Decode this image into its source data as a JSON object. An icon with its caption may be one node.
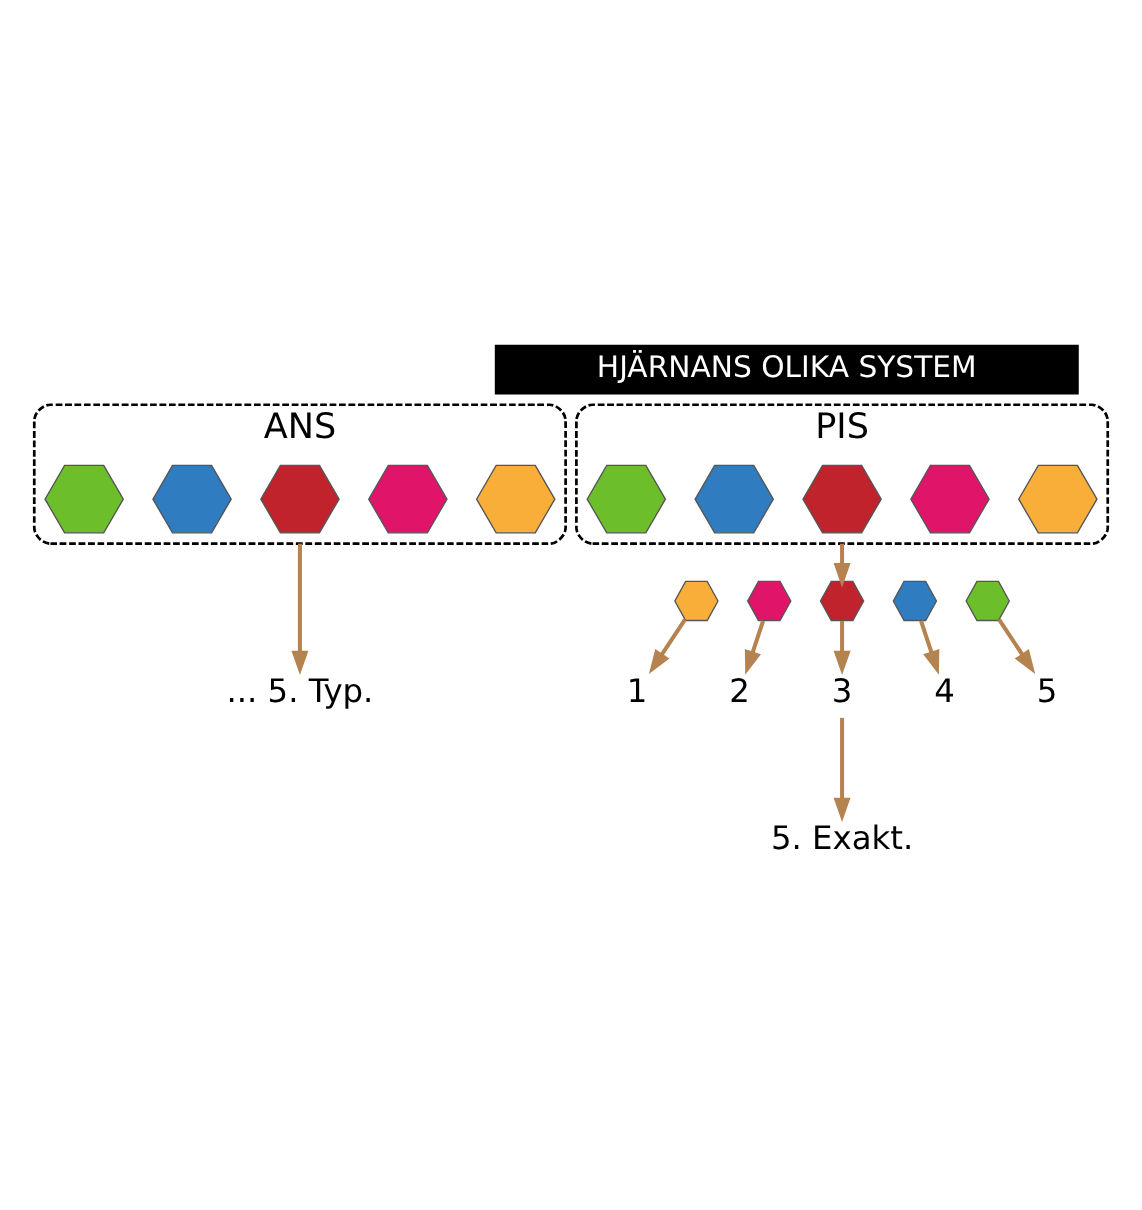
{
  "diagram": {
    "title": "HJÄRNANS OLIKA SYSTEM",
    "nodes": [
      {
        "text": [
          "ANS"
        ]
      },
      {
        "text": [],
        "shape": "hexagon",
        "in": 0
      },
      {
        "text": [],
        "shape": "hexagon",
        "in": 0
      },
      {
        "text": [],
        "shape": "hexagon",
        "in": 0
      },
      {
        "text": [],
        "shape": "hexagon",
        "in": 0
      },
      {
        "text": [],
        "shape": "hexagon",
        "in": 0
      },
      {
        "text": [
          "PIS"
        ]
      },
      {
        "text": [],
        "shape": "hexagon",
        "in": 6
      },
      {
        "text": [],
        "shape": "hexagon",
        "in": 6
      },
      {
        "text": [],
        "shape": "hexagon",
        "in": 6
      },
      {
        "text": [],
        "shape": "hexagon",
        "in": 6
      },
      {
        "text": [],
        "shape": "hexagon",
        "in": 6
      },
      {
        "text": [
          "... 5. Typ."
        ]
      },
      {
        "text": [],
        "shape": "hexagon"
      },
      {
        "text": [],
        "shape": "hexagon"
      },
      {
        "text": [],
        "shape": "hexagon"
      },
      {
        "text": [],
        "shape": "hexagon"
      },
      {
        "text": [],
        "shape": "hexagon"
      },
      {
        "text": [
          "1"
        ]
      },
      {
        "text": [
          "2"
        ]
      },
      {
        "text": [
          "3"
        ]
      },
      {
        "text": [
          "4"
        ]
      },
      {
        "text": [
          "5"
        ]
      },
      {
        "text": [
          "5. Exakt."
        ]
      }
    ],
    "edges": [
      {
        "from": 0,
        "to": 12,
        "arrow": "to"
      },
      {
        "from": 6,
        "to": 15,
        "arrow": "to"
      },
      {
        "from": 13,
        "to": 18,
        "arrow": "to"
      },
      {
        "from": 14,
        "to": 19,
        "arrow": "to"
      },
      {
        "from": 15,
        "to": 20,
        "arrow": "to"
      },
      {
        "from": 16,
        "to": 21,
        "arrow": "to"
      },
      {
        "from": 17,
        "to": 22,
        "arrow": "to"
      },
      {
        "from": 20,
        "to": 23,
        "arrow": "to"
      }
    ]
  }
}
